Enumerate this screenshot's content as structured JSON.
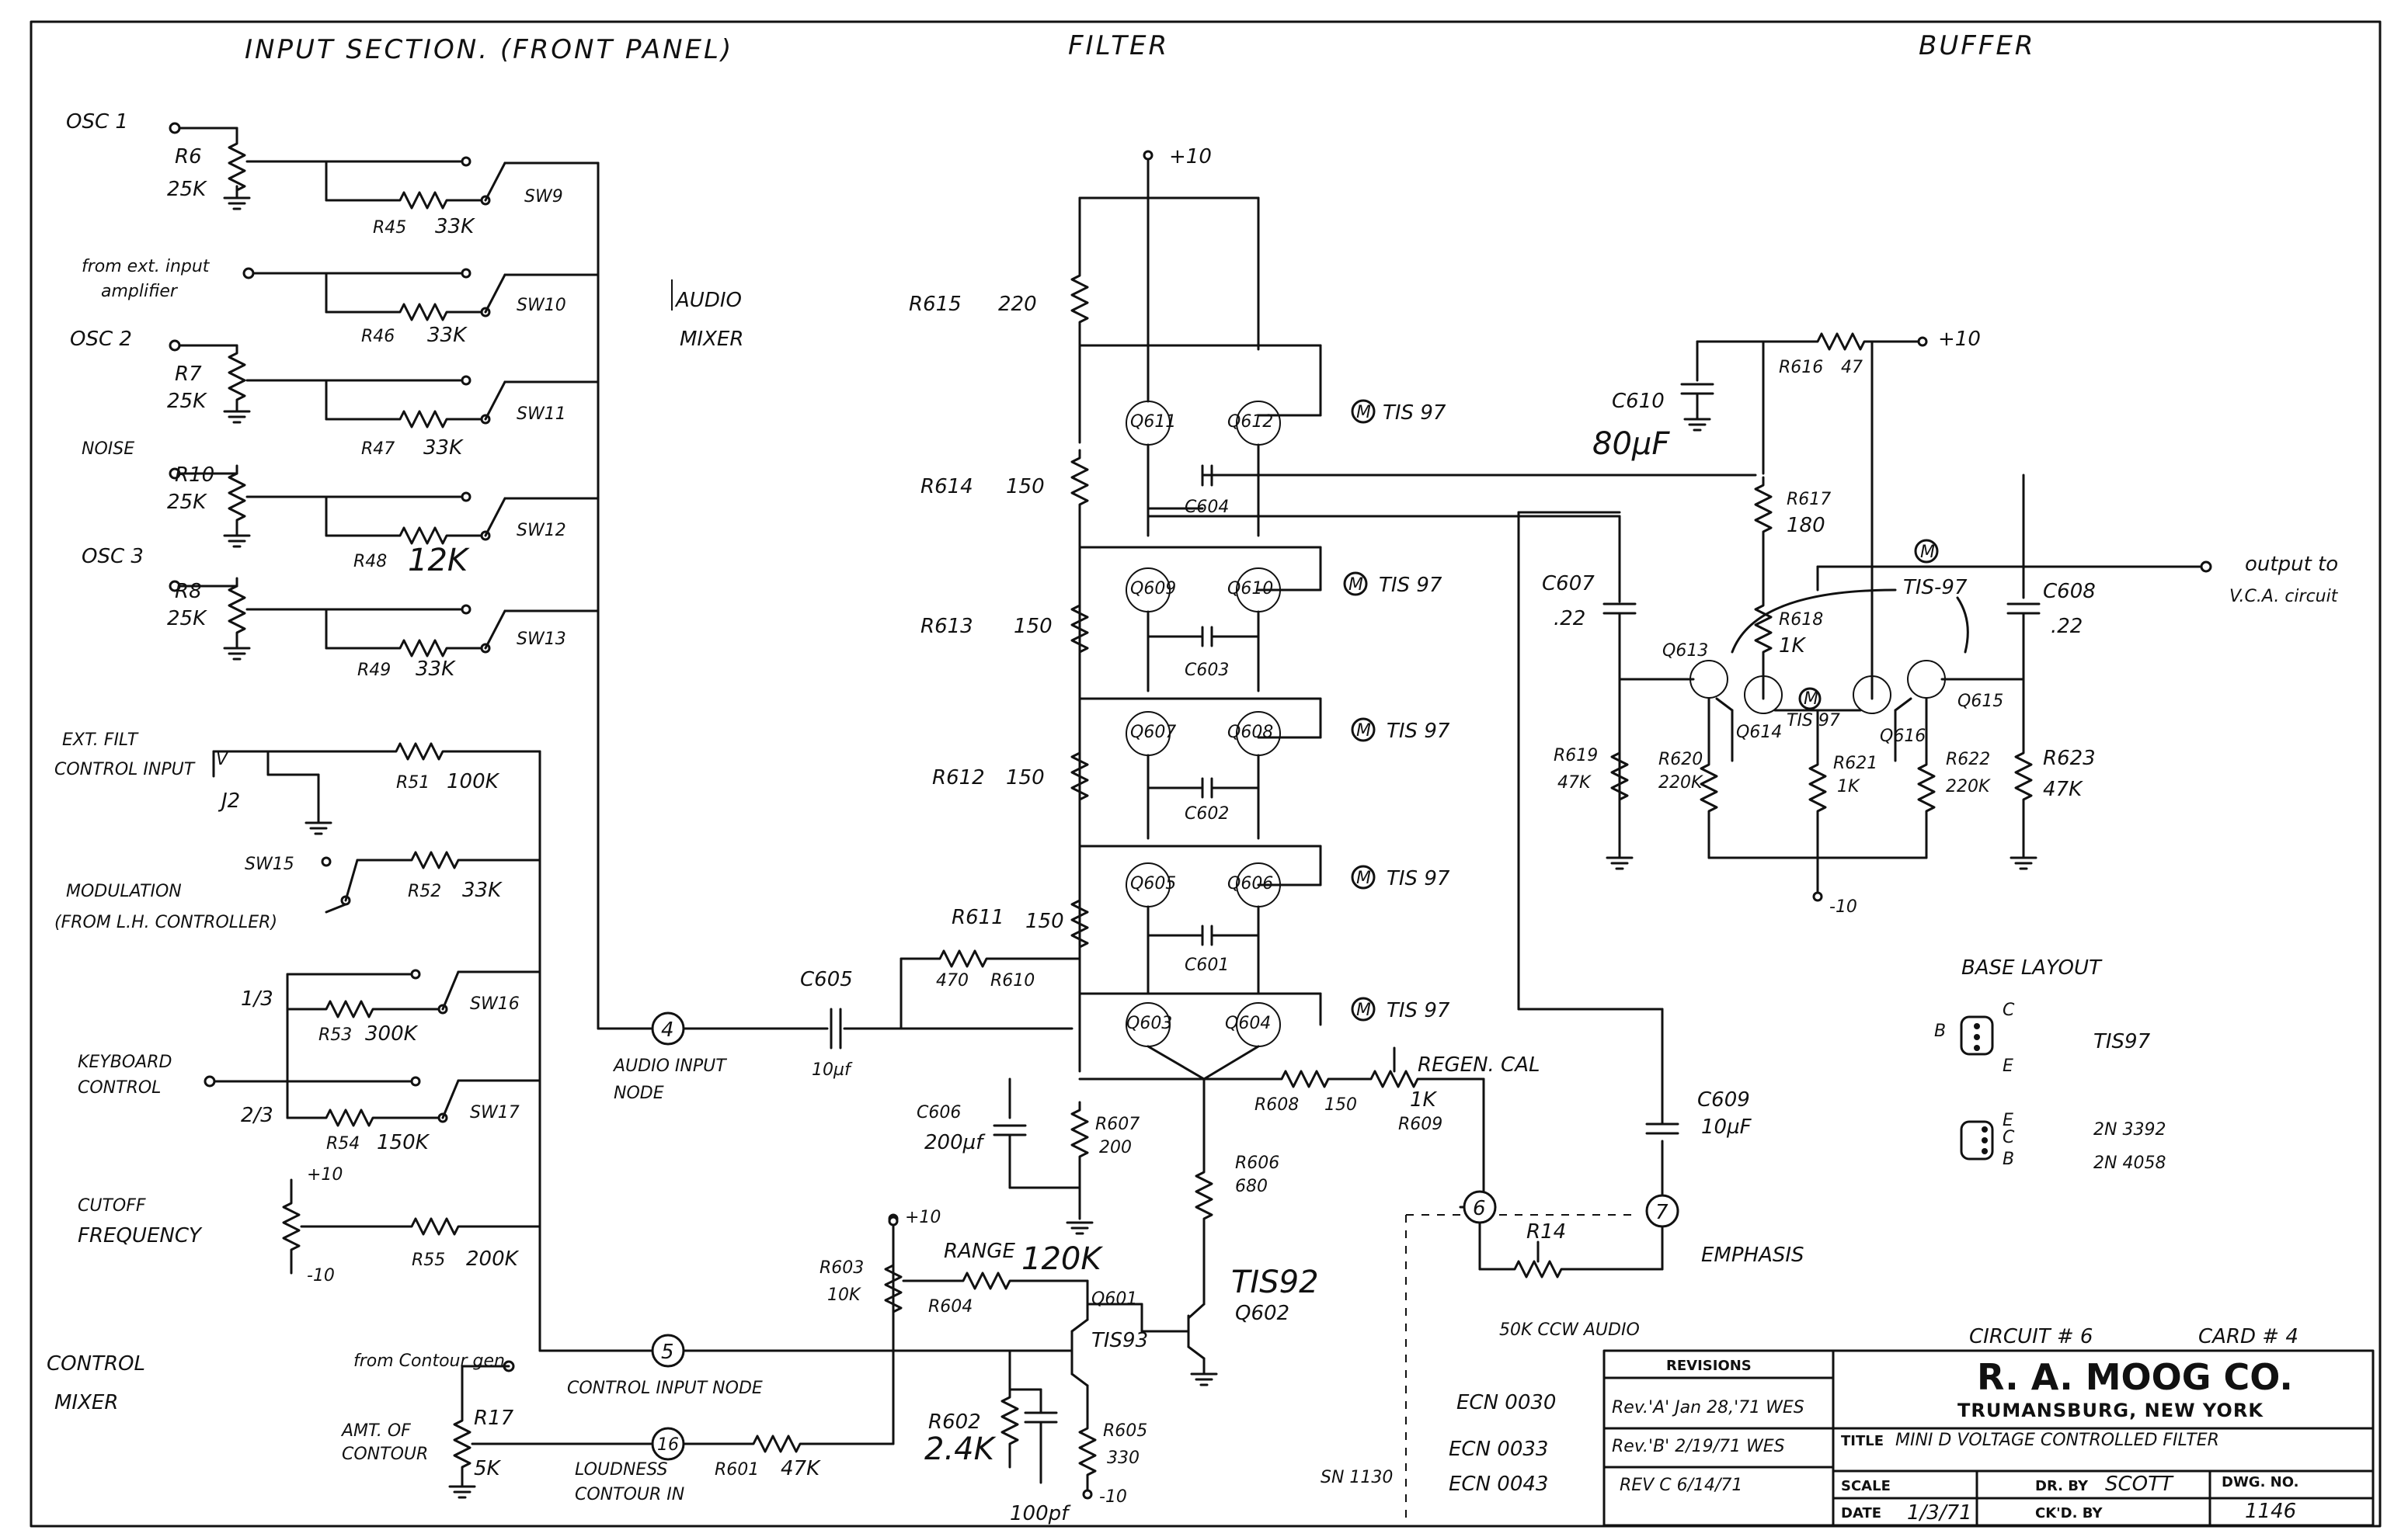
{
  "sections": {
    "input": "INPUT SECTION. (FRONT PANEL)",
    "filter": "FILTER",
    "buffer": "BUFFER",
    "audio_mixer_1": "AUDIO",
    "audio_mixer_2": "MIXER",
    "control_mixer_1": "CONTROL",
    "control_mixer_2": "MIXER"
  },
  "inputs": {
    "osc1": "OSC 1",
    "ext_1": "from ext. input",
    "ext_2": "amplifier",
    "osc2": "OSC 2",
    "noise": "NOISE",
    "osc3": "OSC 3",
    "ext_filt_1": "EXT. FILT",
    "ext_filt_2": "CONTROL INPUT",
    "j2": "J2",
    "modulation_1": "MODULATION",
    "modulation_2": "(FROM L.H. CONTROLLER)",
    "keyboard_1": "KEYBOARD",
    "keyboard_2": "CONTROL",
    "one_third": "1/3",
    "two_third": "2/3",
    "cutoff_1": "CUTOFF",
    "cutoff_2": "FREQUENCY",
    "from_contour_gen": "from Contour gen",
    "amt_contour_1": "AMT. OF",
    "amt_contour_2": "CONTOUR",
    "loudness_1": "LOUDNESS",
    "loudness_2": "CONTOUR IN",
    "v_label": "V"
  },
  "components": {
    "r6": "R6",
    "r6v": "25K",
    "r45": "R45",
    "r45v": "33K",
    "sw9": "SW9",
    "r46": "R46",
    "r46v": "33K",
    "sw10": "SW10",
    "r7": "R7",
    "r7v": "25K",
    "r47": "R47",
    "r47v": "33K",
    "sw11": "SW11",
    "r10": "R10",
    "r10v": "25K",
    "r48": "R48",
    "r48v": "12K",
    "sw12": "SW12",
    "r8": "R8",
    "r8v": "25K",
    "r49": "R49",
    "r49v": "33K",
    "sw13": "SW13",
    "r51": "R51",
    "r51v": "100K",
    "sw15": "SW15",
    "r52": "R52",
    "r52v": "33K",
    "r53": "R53",
    "r53v": "300K",
    "sw16": "SW16",
    "r54": "R54",
    "r54v": "150K",
    "sw17": "SW17",
    "r55": "R55",
    "r55v": "200K",
    "r17": "R17",
    "r17v": "5K",
    "r601": "R601",
    "r601v": "47K",
    "r602": "R602",
    "r602v": "2.4K",
    "c_100pf": "100pf",
    "r603": "R603",
    "r603v": "10K",
    "range": "RANGE",
    "range_v": "120K",
    "r604": "R604",
    "q601": "Q601",
    "tis93": "TIS93",
    "q602": "Q602",
    "tis92": "TIS92",
    "r605": "R605",
    "r605v": "330",
    "r606": "R606",
    "r606v": "680",
    "r607": "R607",
    "r607v": "200",
    "c606": "C606",
    "c606v": "200µf",
    "c605": "C605",
    "c605v": "10µf",
    "r610": "R610",
    "r610v": "470",
    "r611": "R611",
    "r611v": "150",
    "r612": "R612",
    "r612v": "150",
    "r613": "R613",
    "r613v": "150",
    "r614": "R614",
    "r614v": "150",
    "r615": "R615",
    "r615v": "220",
    "q603": "Q603",
    "q604": "Q604",
    "q605": "Q605",
    "q606": "Q606",
    "q607": "Q607",
    "q608": "Q608",
    "q609": "Q609",
    "q610": "Q610",
    "q611": "Q611",
    "q612": "Q612",
    "c601": "C601",
    "c602": "C602",
    "c603": "C603",
    "c604": "C604",
    "tis97": "TIS 97",
    "m": "M",
    "r608": "R608",
    "r608v": "150",
    "regen_cal": "REGEN. CAL",
    "r609": "R609",
    "r609v": "1K",
    "c609": "C609",
    "c609v": "10µF",
    "r14": "R14",
    "r14v": "50K CCW AUDIO",
    "emphasis": "EMPHASIS",
    "plus10": "+10",
    "minus10": "-10",
    "c610": "C610",
    "c610v": "80µF",
    "r616": "R616",
    "r616v": "47",
    "r617": "R617",
    "r617v": "180",
    "r618": "R618",
    "r618v": "1K",
    "c607": "C607",
    "c607v": ".22",
    "c608": "C608",
    "c608v": ".22",
    "q613": "Q613",
    "q614": "Q614",
    "q615": "Q615",
    "q616": "Q616",
    "tis97_b": "TIS-97",
    "r619": "R619",
    "r619v": "47K",
    "r620": "R620",
    "r620v": "220K",
    "r621": "R621",
    "r621v": "1K",
    "r622": "R622",
    "r622v": "220K",
    "r623": "R623",
    "r623v": "47K",
    "output_1": "output to",
    "output_2": "V.C.A. circuit"
  },
  "nodes": {
    "n4": "4",
    "n4_label_1": "AUDIO INPUT",
    "n4_label_2": "NODE",
    "n5": "5",
    "n5_label": "CONTROL INPUT NODE",
    "n6": "6",
    "n7": "7",
    "n16": "16"
  },
  "base_layout": {
    "title": "BASE LAYOUT",
    "b": "B",
    "c": "C",
    "e": "E",
    "part1": "TIS97",
    "part2": "2N 3392",
    "part3": "2N 4058"
  },
  "annotations": {
    "circuit": "CIRCUIT # 6",
    "card": "CARD # 4",
    "ecn1": "ECN 0030",
    "ecn2": "ECN 0033",
    "ecn3": "ECN 0043",
    "sn": "SN 1130"
  },
  "title_block": {
    "revisions": "REVISIONS",
    "rev_a": "Rev.'A' Jan 28,'71 WES",
    "rev_b": "Rev.'B' 2/19/71 WES",
    "rev_c": "REV C 6/14/71",
    "company": "R. A. MOOG CO.",
    "location": "TRUMANSBURG, NEW YORK",
    "title_label": "TITLE",
    "title_value": "MINI D VOLTAGE CONTROLLED FILTER",
    "scale_label": "SCALE",
    "dr_by_label": "DR. BY",
    "dr_by_value": "SCOTT",
    "dwg_no_label": "DWG. NO.",
    "dwg_no_value": "1146",
    "date_label": "DATE",
    "date_value": "1/3/71",
    "ckd_by_label": "CK'D. BY"
  }
}
